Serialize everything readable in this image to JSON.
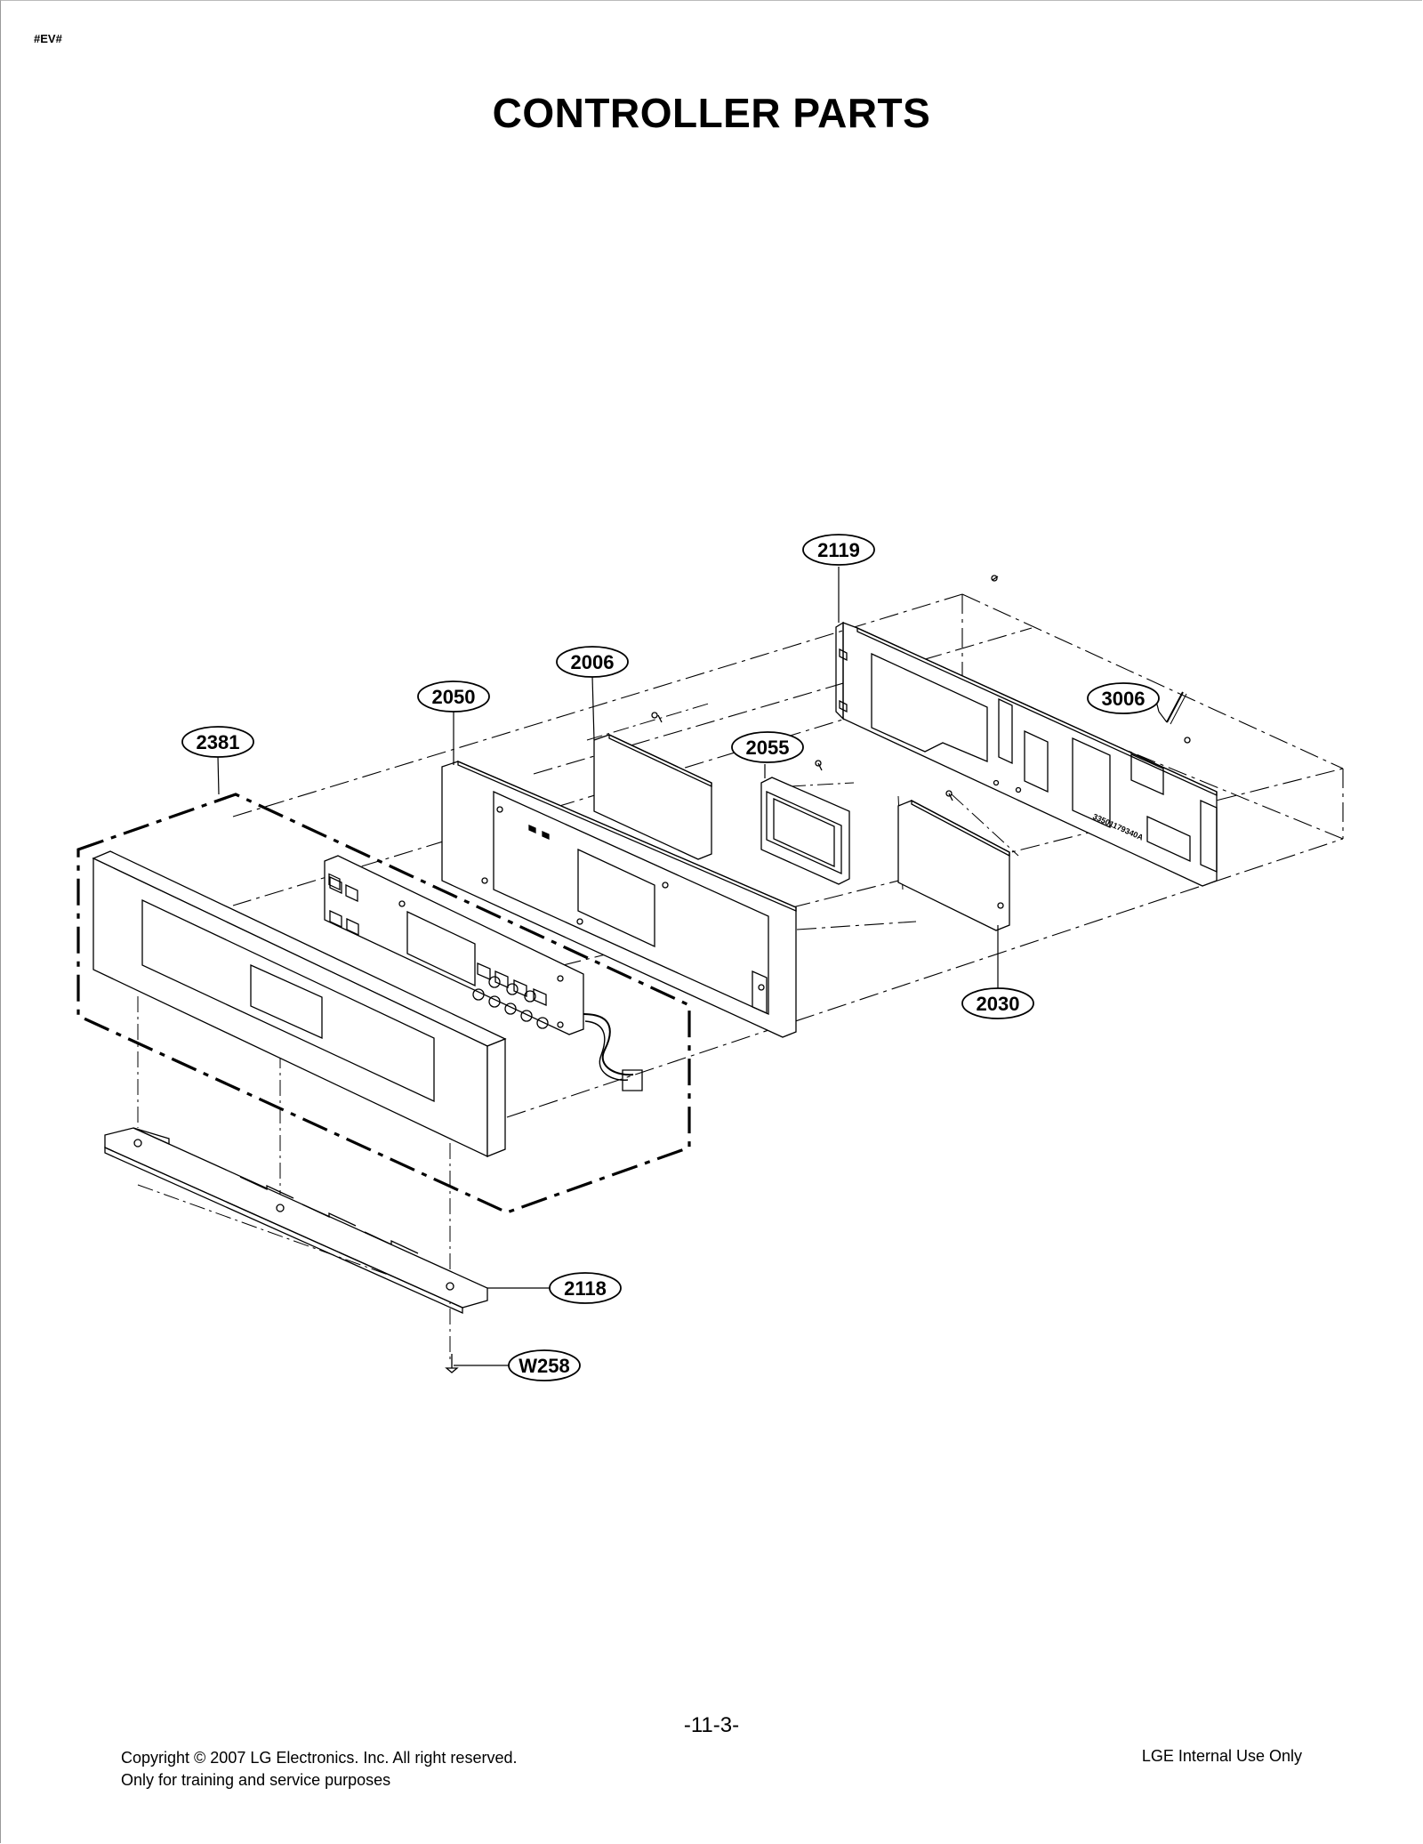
{
  "header": {
    "code": "#EV#"
  },
  "title": "CONTROLLER PARTS",
  "diagram": {
    "callouts": [
      {
        "id": "2119",
        "label": "2119"
      },
      {
        "id": "2006",
        "label": "2006"
      },
      {
        "id": "2050",
        "label": "2050"
      },
      {
        "id": "3006",
        "label": "3006"
      },
      {
        "id": "2055",
        "label": "2055"
      },
      {
        "id": "2381",
        "label": "2381"
      },
      {
        "id": "2030",
        "label": "2030"
      },
      {
        "id": "2118",
        "label": "2118"
      },
      {
        "id": "W258",
        "label": "W258"
      }
    ]
  },
  "footer": {
    "page_number": "-11-3-",
    "copyright_line1": "Copyright © 2007 LG Electronics. Inc. All right reserved.",
    "copyright_line2": "Only for training and service purposes",
    "internal": "LGE Internal Use Only"
  }
}
